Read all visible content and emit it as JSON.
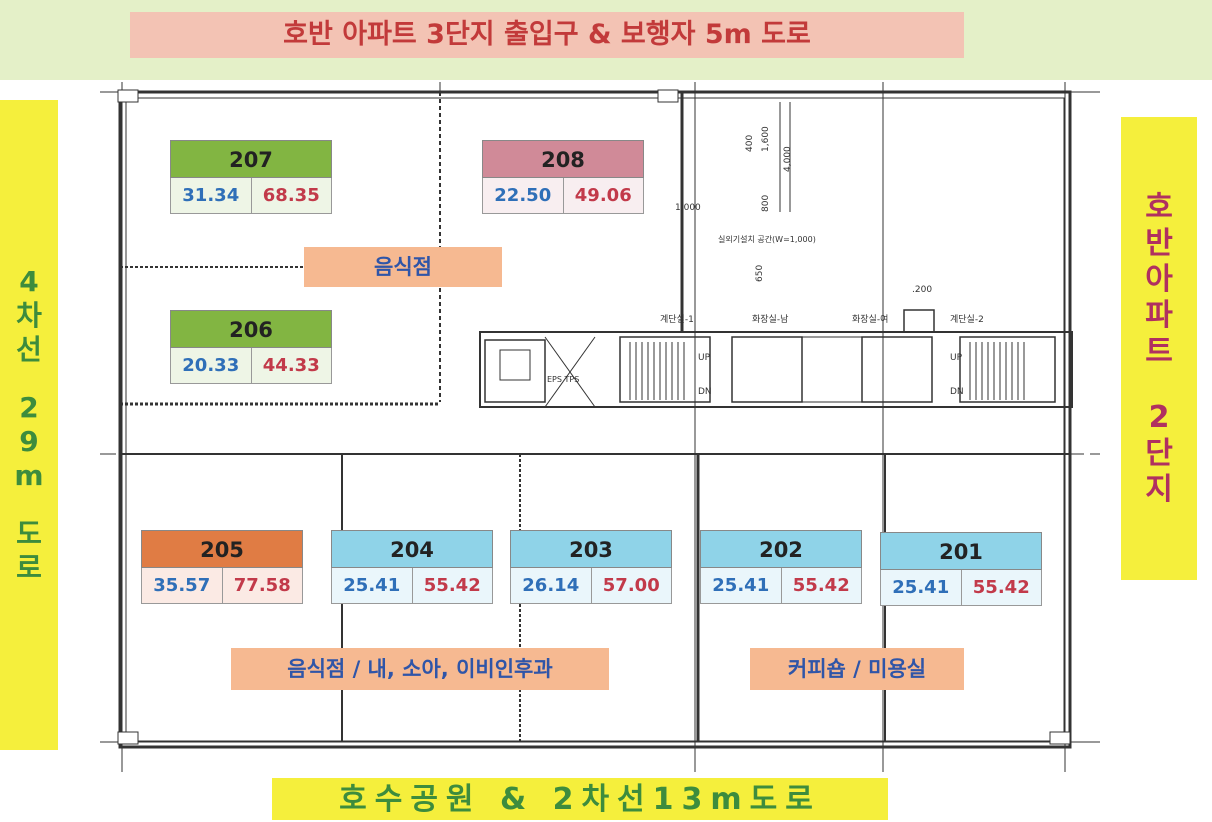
{
  "top_road": "호반 아파트 3단지 출입구 & 보행자 5m 도로",
  "left_road": [
    "4",
    "차",
    "선",
    "",
    "2",
    "9",
    "m",
    "",
    "도",
    "로"
  ],
  "right_road": [
    "호",
    "반",
    "아",
    "파",
    "트",
    "",
    "2",
    "단",
    "지"
  ],
  "bottom_road": "호수공원 & 2차선13m도로",
  "units": [
    {
      "id": "207",
      "v1": "31.34",
      "v2": "68.35",
      "head_color": "#82b542",
      "vals_bg": "#eef5e6"
    },
    {
      "id": "208",
      "v1": "22.50",
      "v2": "49.06",
      "head_color": "#d08a98",
      "vals_bg": "#f8eef0"
    },
    {
      "id": "206",
      "v1": "20.33",
      "v2": "44.33",
      "head_color": "#82b542",
      "vals_bg": "#eef5e6"
    },
    {
      "id": "205",
      "v1": "35.57",
      "v2": "77.58",
      "head_color": "#e07c44",
      "vals_bg": "#fbeae4"
    },
    {
      "id": "204",
      "v1": "25.41",
      "v2": "55.42",
      "head_color": "#8fd3e8",
      "vals_bg": "#eaf6fb"
    },
    {
      "id": "203",
      "v1": "26.14",
      "v2": "57.00",
      "head_color": "#8fd3e8",
      "vals_bg": "#eaf6fb"
    },
    {
      "id": "202",
      "v1": "25.41",
      "v2": "55.42",
      "head_color": "#8fd3e8",
      "vals_bg": "#eaf6fb"
    },
    {
      "id": "201",
      "v1": "25.41",
      "v2": "55.42",
      "head_color": "#8fd3e8",
      "vals_bg": "#eaf6fb"
    }
  ],
  "uses": {
    "upper": "음식점",
    "lower_left": "음식점 / 내, 소아, 이비인후과",
    "lower_right": "커피숍 / 미용실"
  },
  "plan_labels": {
    "stair_up": "UP",
    "stair_dn": "DN",
    "eps": "EPS TPS",
    "room1": "계단실-1",
    "room2": "계단실-2",
    "toilet_m": "화장실-남",
    "toilet_f": "화장실-여",
    "dim_200": ".200",
    "dim_1000": "1,000",
    "dim_400": "400",
    "dim_1600": "1,600",
    "dim_4000": "4,000",
    "dim_800": "800",
    "dim_650": "650",
    "note": "실외기설치 공간(W=1,000)"
  },
  "colors": {
    "top_band": "#e4f0c8",
    "top_label_bg": "#f3c3b4",
    "top_label_text": "#c23a3a",
    "side_band": "#f5ef3c",
    "left_text": "#3d8c3d",
    "right_text": "#b03060",
    "use_bg": "#f6b991",
    "use_text": "#2f55a8",
    "val_a": "#2f6fb8",
    "val_b": "#c23a4a"
  }
}
